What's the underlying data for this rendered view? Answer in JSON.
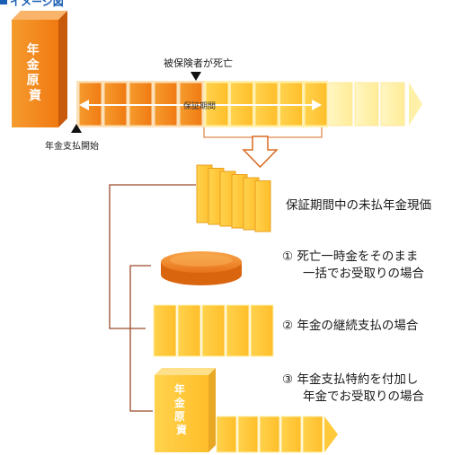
{
  "header": {
    "title": "イメージ図"
  },
  "labels": {
    "fund_box": "年金原資",
    "insured_death": "被保険者が死亡",
    "guarantee_period": "保証期間",
    "payment_start": "年金支払開始",
    "unpaid_value": "保証期間中の未払年金現価",
    "option1_line1": "① 死亡一時金をそのまま",
    "option1_line2": "一括でお受取りの場合",
    "option2": "② 年金の継続支払の場合",
    "option3_line1": "③ 年金支払特約を付加し",
    "option3_line2": "年金でお受取りの場合",
    "fund_box2": "年金原資"
  },
  "colors": {
    "orange": "#f7941d",
    "orange_dark": "#e06c10",
    "yellow": "#ffc93c",
    "yellow_light": "#fff0a8",
    "brown_line": "#9a4a2a",
    "header_blue": "#1a5fb4"
  }
}
